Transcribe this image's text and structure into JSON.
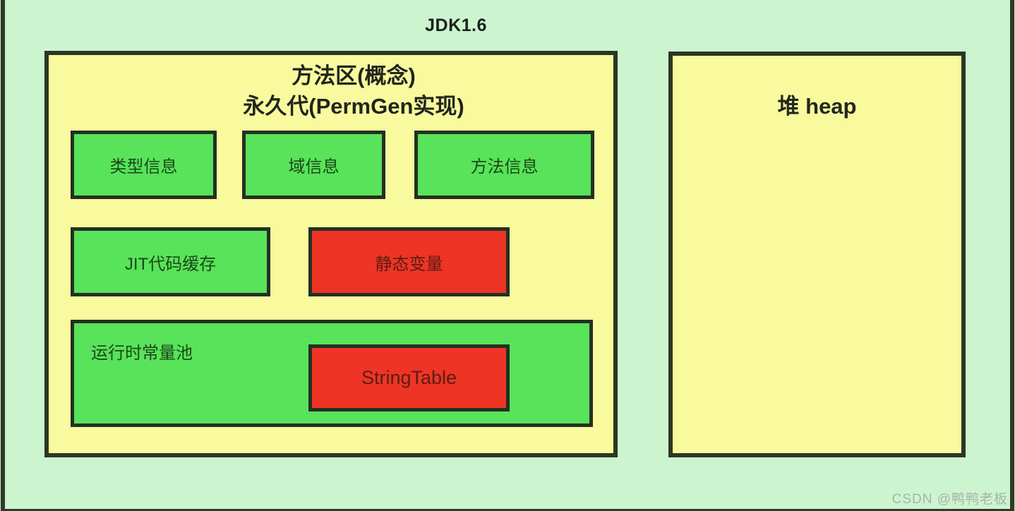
{
  "page_title": "JDK1.6",
  "colors": {
    "background_green": "#ccf5cf",
    "panel_yellow": "#f9f99d",
    "box_green": "#58e35b",
    "box_red": "#ee3425",
    "frame_border": "#2e3a28",
    "box_border": "#233022"
  },
  "method_area": {
    "title_line1": "方法区(概念)",
    "title_line2": "永久代(PermGen实现)",
    "boxes": {
      "type_info": {
        "label": "类型信息"
      },
      "field_info": {
        "label": "域信息"
      },
      "method_info": {
        "label": "方法信息"
      },
      "jit_cache": {
        "label": "JIT代码缓存"
      },
      "static_vars": {
        "label": "静态变量"
      },
      "runtime_pool": {
        "label": "运行时常量池"
      },
      "string_table": {
        "label": "StringTable"
      }
    }
  },
  "heap": {
    "title": "堆 heap"
  },
  "watermark": "CSDN @鸭鸭老板"
}
